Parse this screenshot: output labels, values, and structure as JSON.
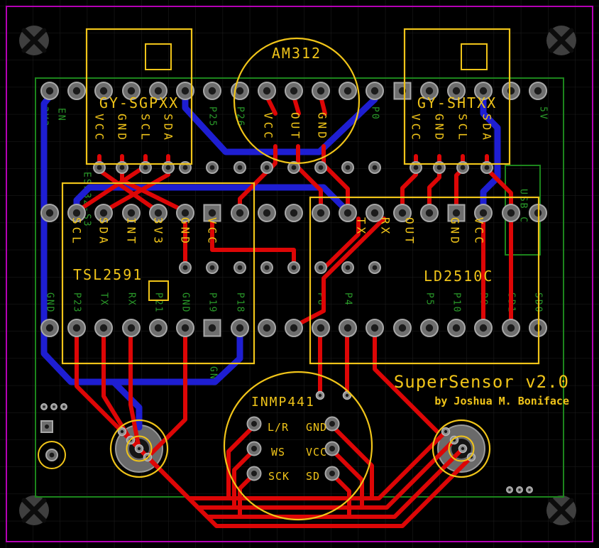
{
  "theme": {
    "bg": "#000000",
    "grid": "#1e1e1e",
    "margin": "#b400b4",
    "board": "#1c851c",
    "green_text": "#2a9b2a",
    "silk": "#f0c419",
    "red": "#dd0606",
    "blue": "#1e1ed2",
    "pad_body": "#6e6e6e",
    "pad_rim": "#a8a8a8",
    "pad_hole": "#1b1b1b"
  },
  "title_block": {
    "title": "SuperSensor v2.0",
    "byline": "by Joshua M. Boniface"
  },
  "modules": {
    "gy_sgpxx": {
      "label": "GY-SGPXX",
      "pins": [
        "VCC",
        "GND",
        "SCL",
        "SDA"
      ]
    },
    "am312": {
      "label": "AM312",
      "pins": [
        "VCC",
        "OUT",
        "GND"
      ]
    },
    "gy_shtxx": {
      "label": "GY-SHTXX",
      "pins": [
        "VCC",
        "GND",
        "SCL",
        "SDA"
      ]
    },
    "tsl2591": {
      "label": "TSL2591",
      "pins": [
        "SCL",
        "SDA",
        "INT",
        "3V3",
        "GND",
        "VCC"
      ]
    },
    "ld2510c": {
      "label": "LD2510C",
      "pins": [
        "TX",
        "RX",
        "OUT",
        "GND",
        "VCC"
      ]
    },
    "inmp441": {
      "label": "INMP441",
      "pins": [
        "L/R",
        "GND",
        "WS",
        "VCC",
        "SCK",
        "SD"
      ]
    },
    "usb": {
      "label": "USB C"
    }
  },
  "board_labels": {
    "left": [
      "3V3",
      "EN"
    ],
    "right": [
      "5V"
    ],
    "module_name": "ESP32-S3",
    "top_row": [
      "P25",
      "P26",
      "P0"
    ],
    "bottom_row": [
      "GND",
      "P23",
      "TX",
      "RX",
      "P21",
      "GND",
      "P19",
      "P18",
      "P8",
      "P4",
      "P5",
      "P10",
      "P9",
      "SD1",
      "SD0"
    ],
    "gnd_bottom": "GND"
  }
}
